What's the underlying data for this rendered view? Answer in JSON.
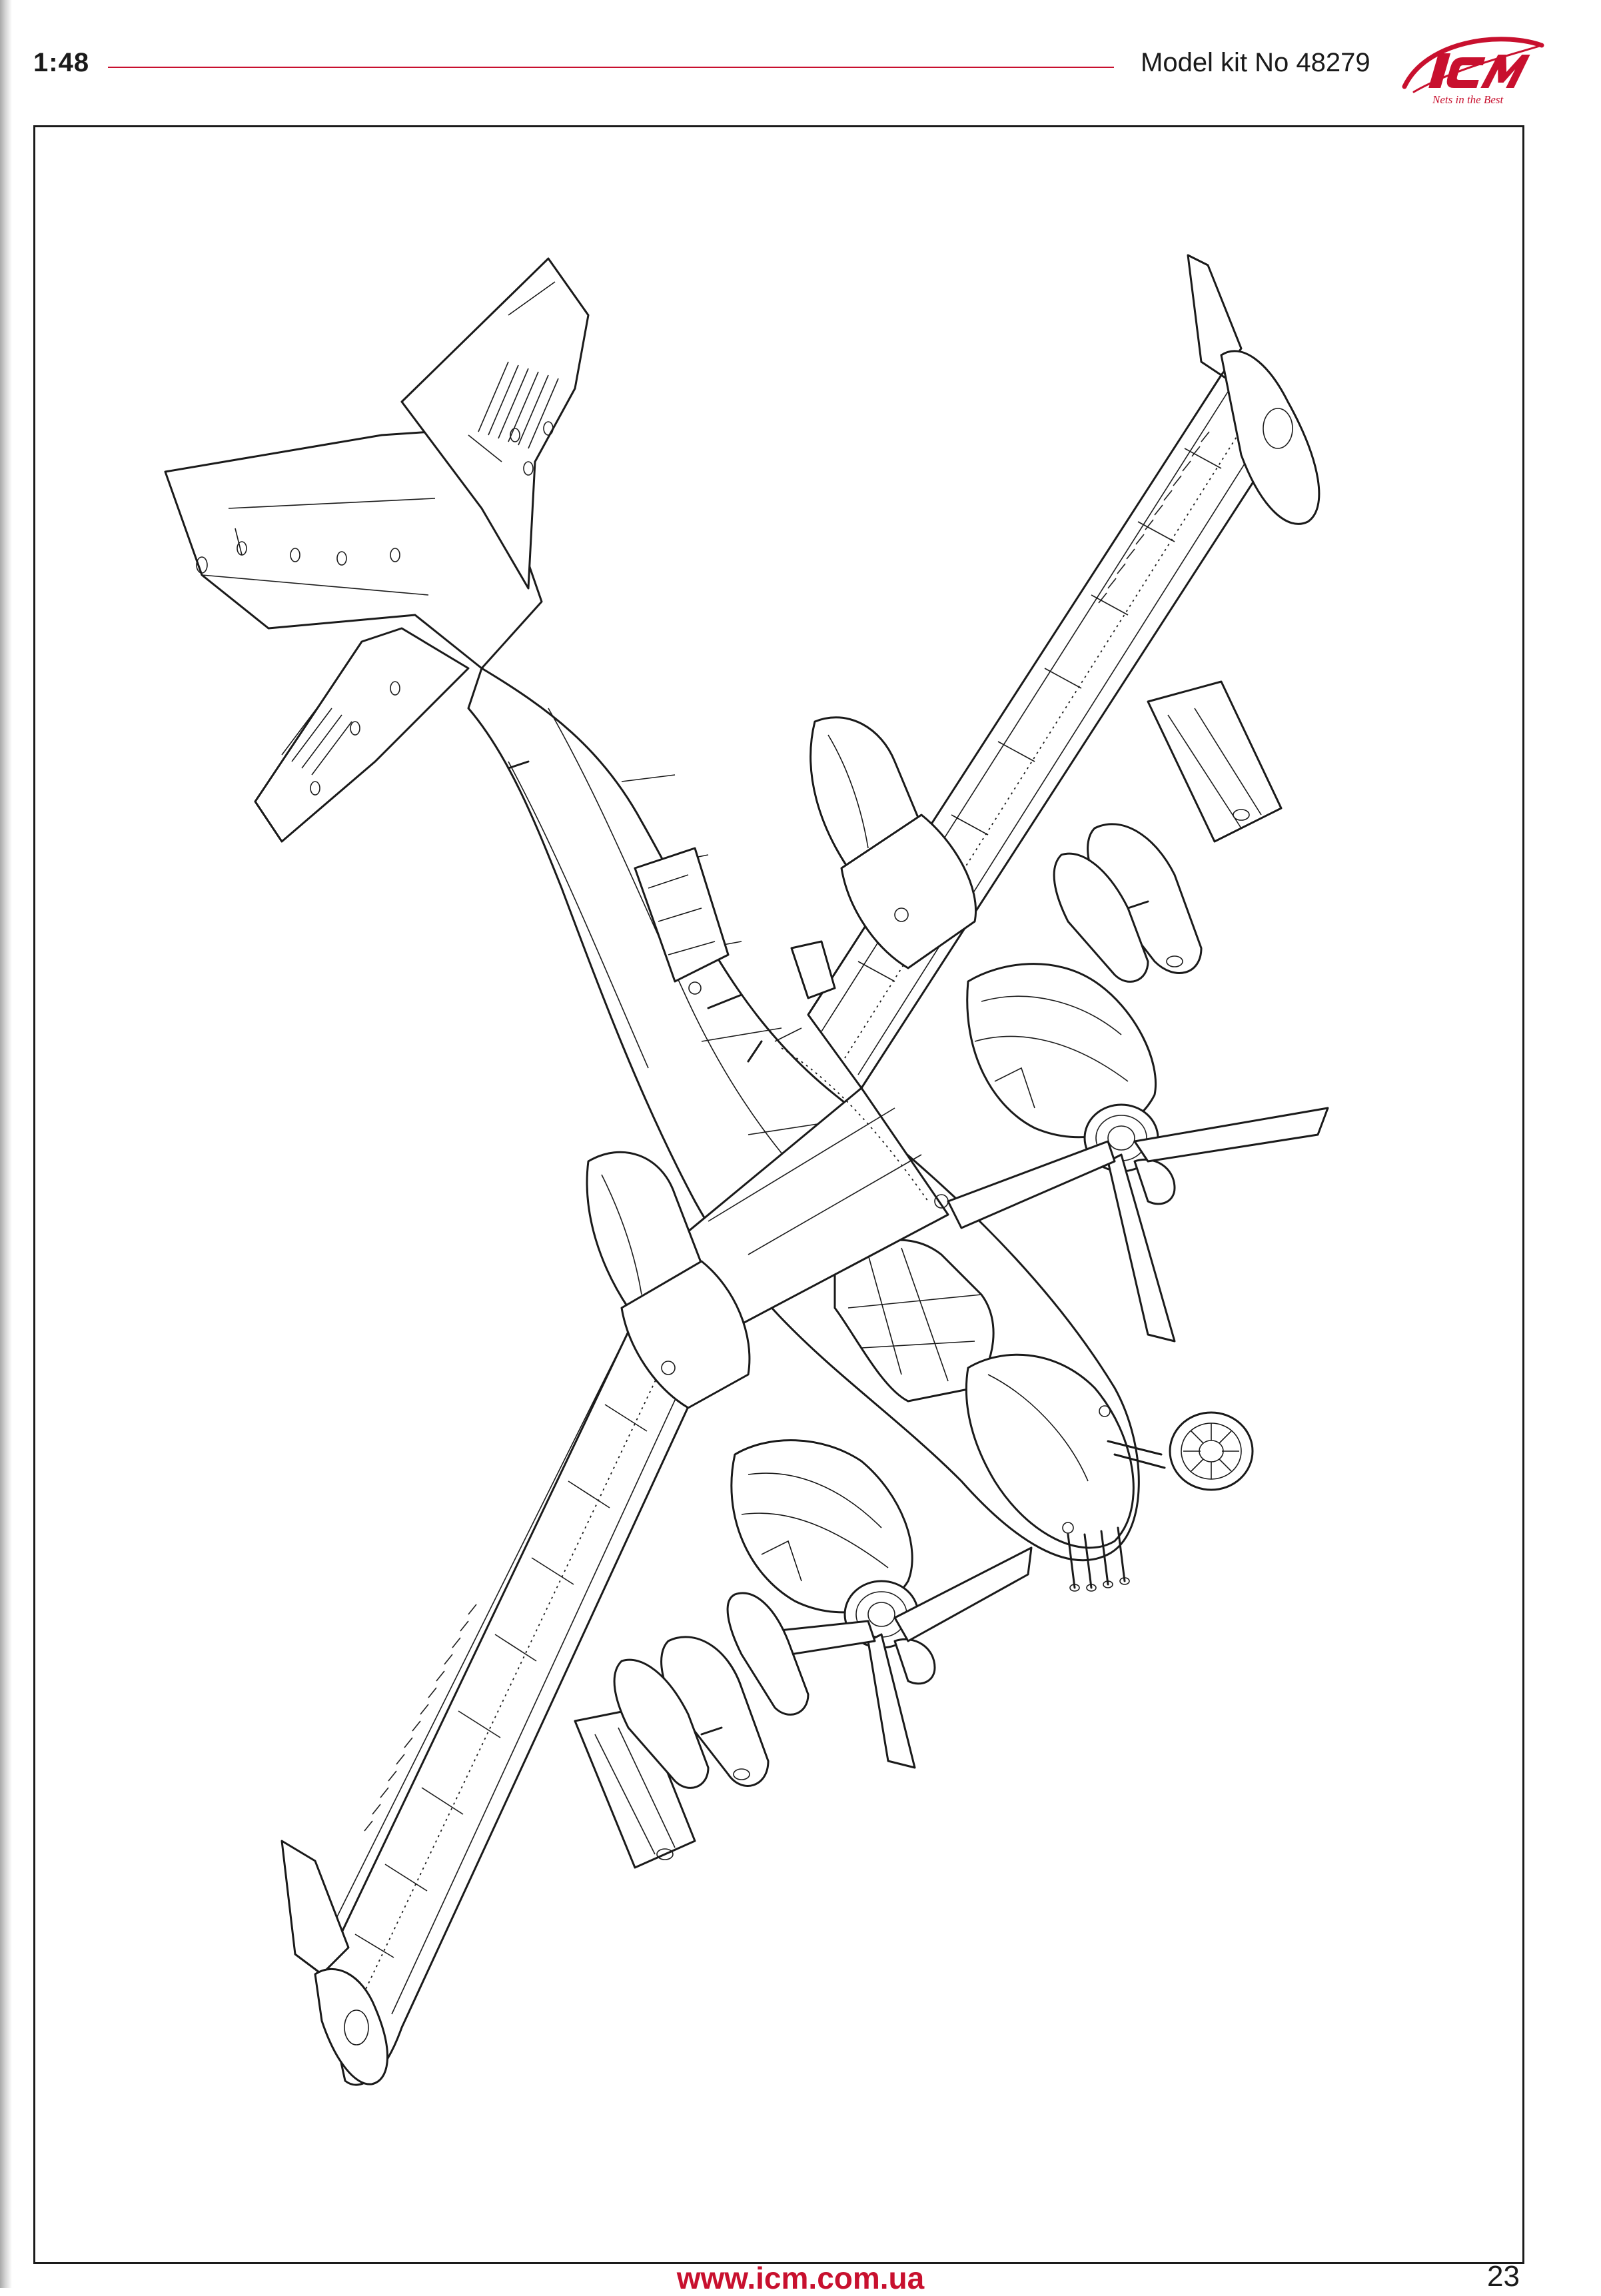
{
  "header": {
    "scale": "1:48",
    "kit_label": "Model kit No 48279",
    "brand": "ICM",
    "brand_tagline": "Nets in the Best"
  },
  "drawing": {
    "subject": "twin-engine-aircraft-isometric-line-drawing"
  },
  "footer": {
    "url": "www.icm.com.ua",
    "page_number": "23"
  },
  "colors": {
    "accent": "#c8102e",
    "ink": "#1a1a1a",
    "paper": "#ffffff"
  }
}
